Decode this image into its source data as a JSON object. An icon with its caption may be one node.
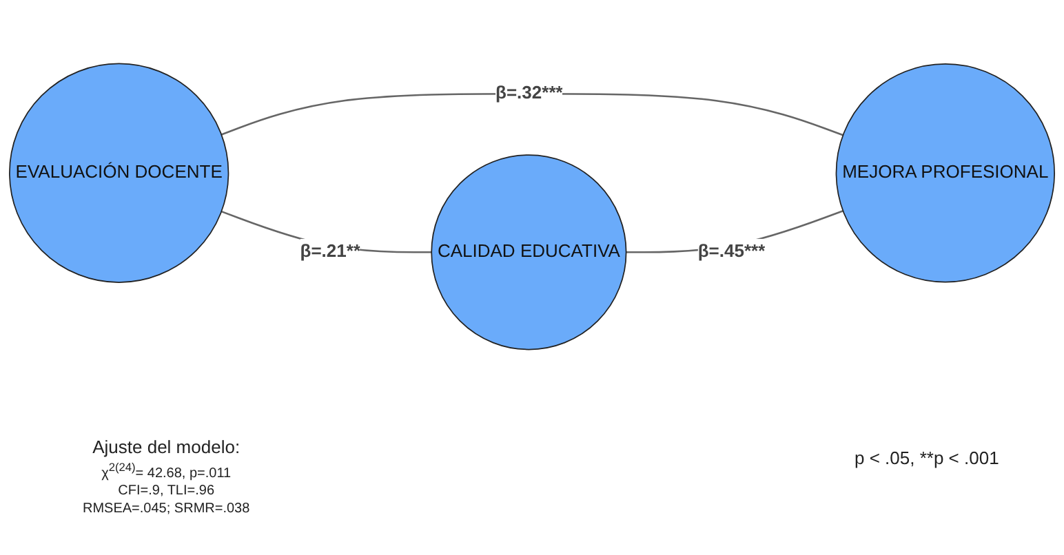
{
  "diagram": {
    "nodes": [
      {
        "text": [
          "EVALUACIÓN DOCENTE"
        ]
      },
      {
        "text": [
          "MEJORA PROFESIONAL"
        ]
      },
      {
        "text": [
          "CALIDAD EDUCATIVA"
        ]
      }
    ],
    "edges": [
      {
        "from": 0,
        "to": 1,
        "arrow": "none",
        "label": "β=.32***"
      },
      {
        "from": 0,
        "to": 2,
        "arrow": "none",
        "label": "β=.21**"
      },
      {
        "from": 2,
        "to": 1,
        "arrow": "none",
        "label": "β=.45***"
      }
    ],
    "labels": [
      "Ajuste del modelo:",
      "χ$^{2(24)}$= 42.68, p=.011",
      "CFI=.9, TLI=.96",
      "RMSEA=.045; SRMR=.038",
      "p < .05, **p < .001"
    ]
  }
}
